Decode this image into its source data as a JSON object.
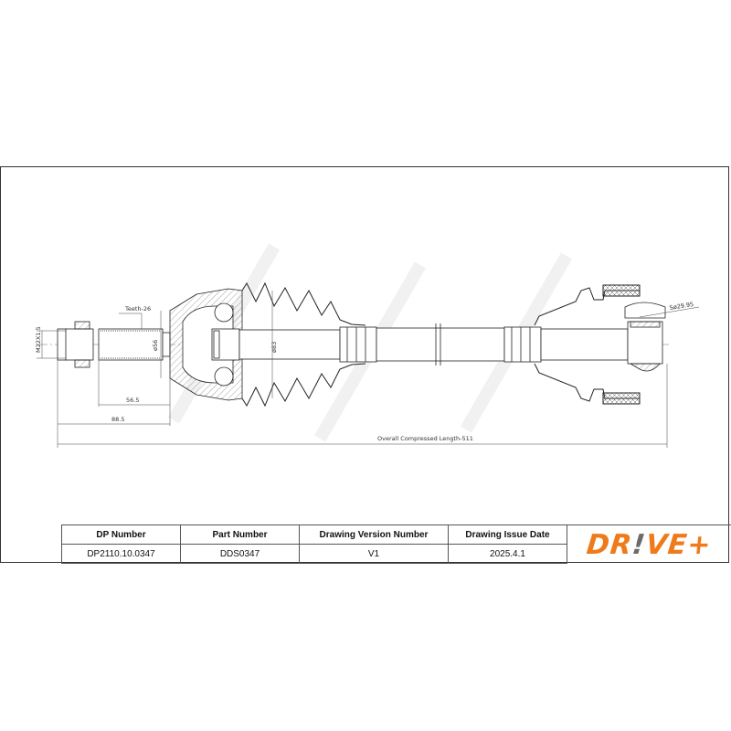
{
  "drawing": {
    "watermark": "DRIVE+",
    "dimensions": {
      "thread": "M22X1.5",
      "teeth": "Teeth-26",
      "outer_diameter_left": "ø56",
      "boot_diameter": "ø83",
      "length_56_5": "56.5",
      "length_88_5": "88.5",
      "ball_diameter": "Sø29.95",
      "overall_length": "Overall  Compressed  Length-511"
    }
  },
  "title_block": {
    "headers": [
      "DP Number",
      "Part Number",
      "Drawing Version Number",
      "Drawing Issue Date"
    ],
    "values": [
      "DP2110.10.0347",
      "DDS0347",
      "V1",
      "2025.4.1"
    ]
  },
  "logo": {
    "part1": "DR",
    "part2": "!",
    "part3": "VE+",
    "colors": {
      "orange": "#f07a1a",
      "gray": "#6b6b6b"
    }
  }
}
